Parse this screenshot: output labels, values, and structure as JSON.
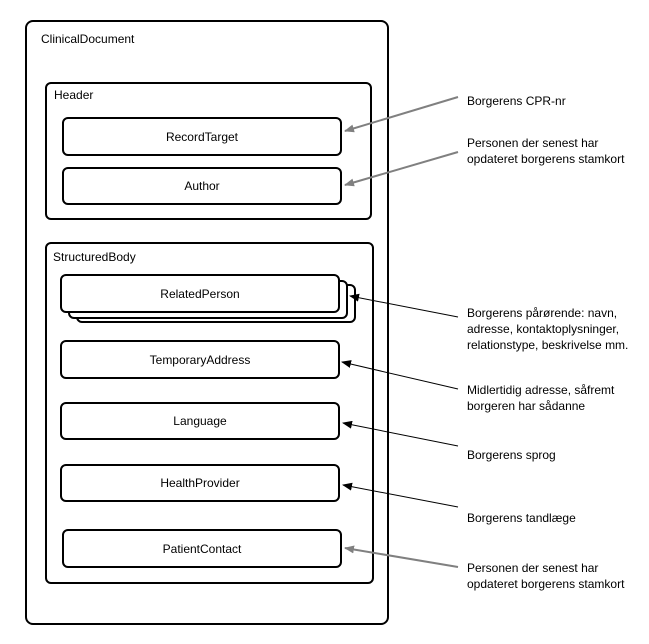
{
  "diagram": {
    "outer": {
      "label": "ClinicalDocument"
    },
    "header": {
      "label": "Header",
      "items": [
        {
          "label": "RecordTarget"
        },
        {
          "label": "Author"
        }
      ]
    },
    "body": {
      "label": "StructuredBody",
      "items": [
        {
          "label": "RelatedPerson",
          "stacked": true
        },
        {
          "label": "TemporaryAddress"
        },
        {
          "label": "Language"
        },
        {
          "label": "HealthProvider"
        },
        {
          "label": "PatientContact"
        }
      ]
    },
    "annotations": [
      {
        "text": "Borgerens CPR-nr",
        "target": "RecordTarget",
        "arrow_color": "#808080"
      },
      {
        "text": "Personen der senest har\nopdateret borgerens stamkort",
        "target": "Author",
        "arrow_color": "#808080"
      },
      {
        "text": "Borgerens pårørende: navn,\nadresse, kontaktoplysninger,\nrelationstype, beskrivelse mm.",
        "target": "RelatedPerson",
        "arrow_color": "#000000"
      },
      {
        "text": "Midlertidig adresse, såfremt\nborgeren har sådanne",
        "target": "TemporaryAddress",
        "arrow_color": "#000000"
      },
      {
        "text": "Borgerens sprog",
        "target": "Language",
        "arrow_color": "#000000"
      },
      {
        "text": "Borgerens tandlæge",
        "target": "HealthProvider",
        "arrow_color": "#000000"
      },
      {
        "text": "Personen der senest har\nopdateret borgerens stamkort",
        "target": "PatientContact",
        "arrow_color": "#808080"
      }
    ]
  }
}
